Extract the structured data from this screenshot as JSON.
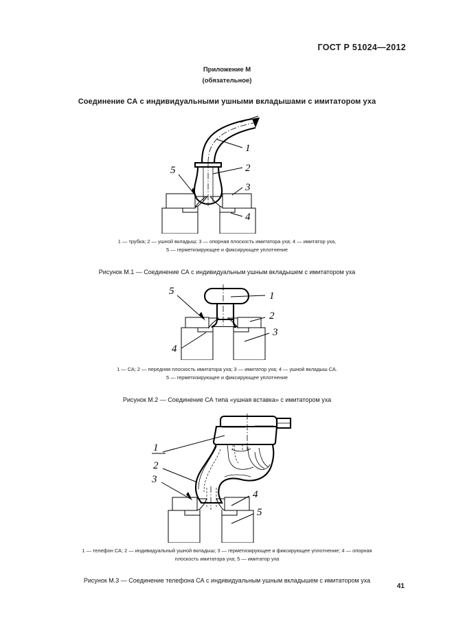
{
  "document": {
    "standard_header": "ГОСТ Р 51024—2012",
    "appendix_title": "Приложение М",
    "appendix_subtitle": "(обязательное)",
    "section_title": "Соединение СА с индивидуальными ушными вкладышами с имитатором уха",
    "page_number": "41"
  },
  "figures": [
    {
      "id": "M.1",
      "labels": [
        "1",
        "2",
        "3",
        "4",
        "5"
      ],
      "legend_line1": "1 — трубка; 2 — ушной вкладыш; 3 — опорная плоскость имитатора уха; 4 — имитатор уха,",
      "legend_line2": "5 — герметизирующее и фиксирующее уплотнение",
      "caption": "Рисунок М.1 — Соединение СА с индивидуальным ушным вкладышем с имитатором уха"
    },
    {
      "id": "M.2",
      "labels": [
        "1",
        "2",
        "3",
        "4",
        "5"
      ],
      "legend_line1": "1 — СА; 2 — передняя плоскость имитатора уха; 3 —  имитатор уха; 4 —  ушной вкладыш СА.",
      "legend_line2": "5 — герметизирующее и фиксирующее уплотнение",
      "caption": "Рисунок М.2 — Соединение СА типа «ушная вставка» с имитатором уха"
    },
    {
      "id": "M.3",
      "labels": [
        "1",
        "2",
        "3",
        "4",
        "5"
      ],
      "legend_line1": "1 — телефон СА; 2 — индивидуальный ушной вкладыш; 3 — герметизирующее и фиксирующее уплотнение; 4 — опорная",
      "legend_line2": "плоскость имитатора уха; 5 — имитатор уха",
      "caption": "Рисунок М.3 — Соединение телефона СА с индивидуальным ушным вкладышем с имитатором уха"
    }
  ],
  "colors": {
    "ink": "#000000",
    "paper": "#ffffff",
    "hatch": "#000000"
  }
}
